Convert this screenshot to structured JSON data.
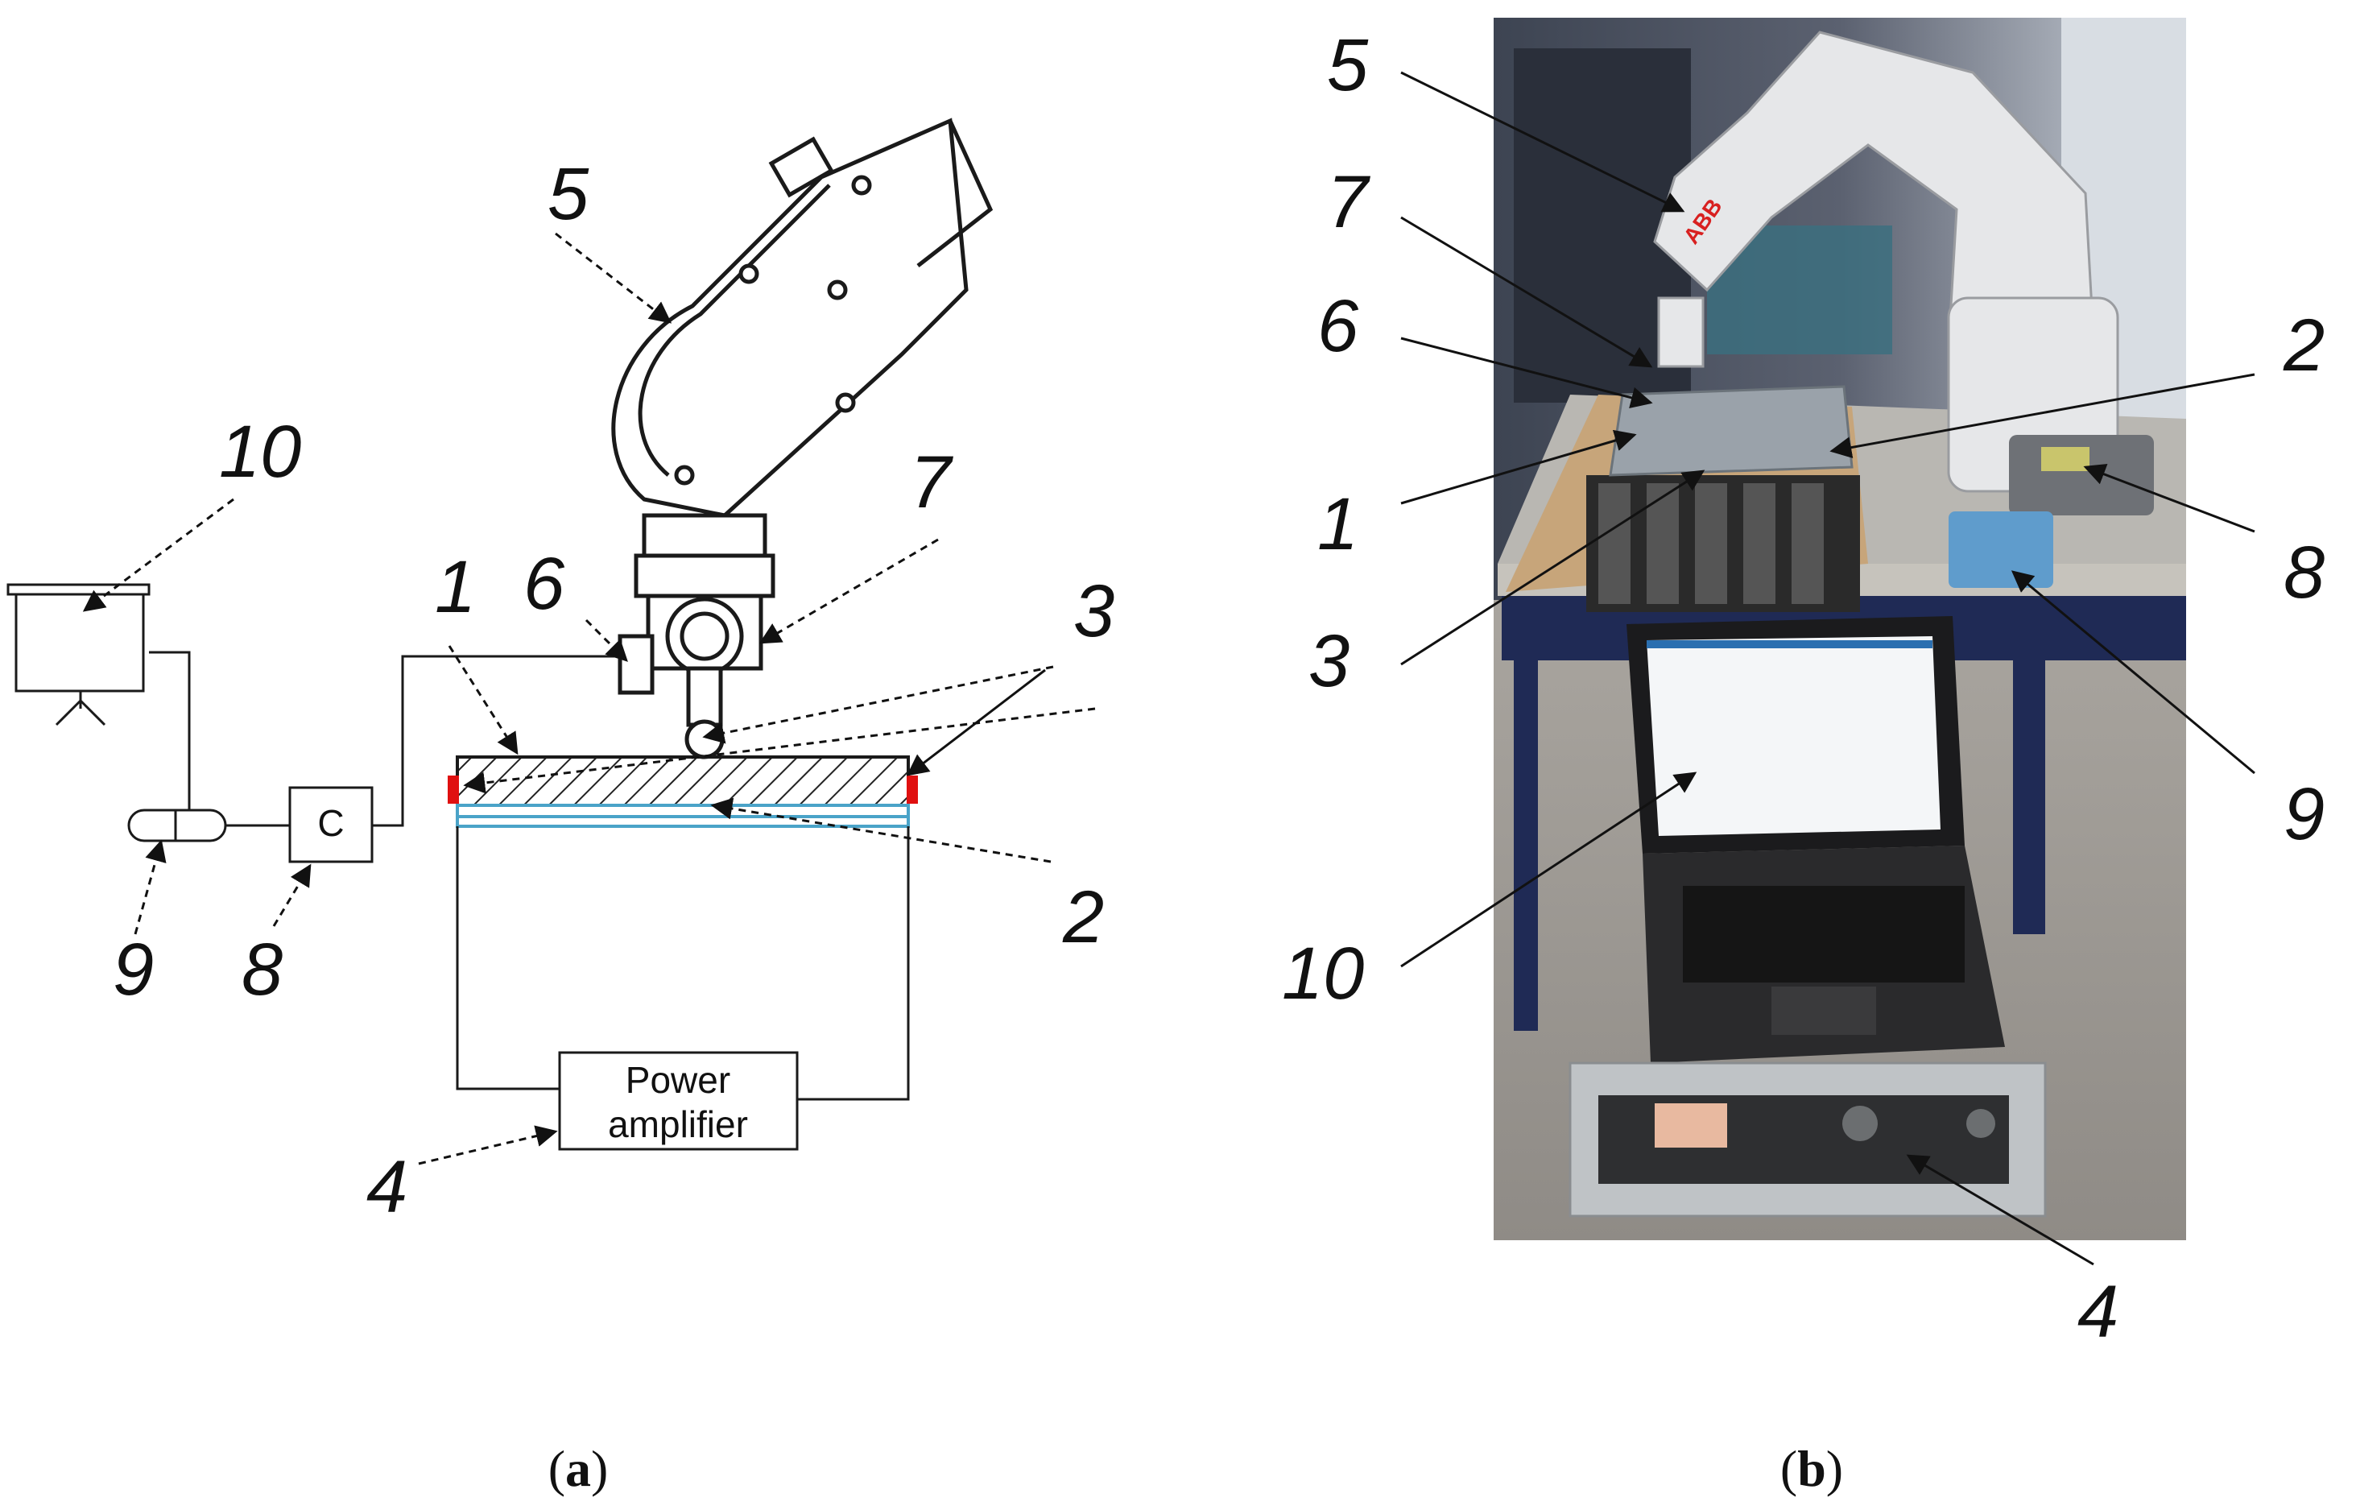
{
  "panel_a": {
    "callouts": {
      "n1": "1",
      "n2": "2",
      "n3": "3",
      "n4": "4",
      "n5": "5",
      "n6": "6",
      "n7": "7",
      "n8": "8",
      "n9": "9",
      "n10": "10"
    },
    "controller_label": "C",
    "amplifier_line1": "Power",
    "amplifier_line2": "amplifier",
    "caption_open": "(",
    "caption_letter": "a",
    "caption_close": ")"
  },
  "panel_b": {
    "callouts": {
      "n1": "1",
      "n2": "2",
      "n3": "3",
      "n4": "4",
      "n5": "5",
      "n6": "6",
      "n7": "7",
      "n8": "8",
      "n9": "9",
      "n10": "10"
    },
    "robot_logo": "ABB",
    "caption_open": "(",
    "caption_letter": "b",
    "caption_close": ")"
  },
  "colors": {
    "accent_red": "#e01010",
    "glass_blue": "#4aa3c8",
    "line": "#1a1a1a"
  }
}
